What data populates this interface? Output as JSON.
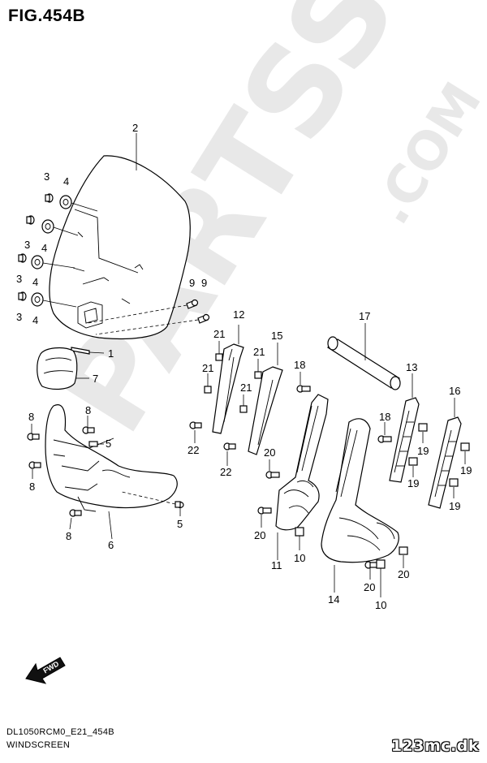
{
  "figure": {
    "title": "FIG.454B",
    "model_code": "DL1050RCM0_E21_454B",
    "section_name": "WINDSCREEN"
  },
  "watermark": {
    "text_main": "PARTSS",
    "text_dotcom": ".COM",
    "brand": "123mc.dk"
  },
  "direction_arrow": {
    "label": "FWD",
    "icon": "fwd-arrow-icon"
  },
  "callouts": [
    {
      "id": "c2",
      "num": "2"
    },
    {
      "id": "c3a",
      "num": "3"
    },
    {
      "id": "c4a",
      "num": "4"
    },
    {
      "id": "c3b",
      "num": "3"
    },
    {
      "id": "c4b",
      "num": "4"
    },
    {
      "id": "c3c",
      "num": "3"
    },
    {
      "id": "c4c",
      "num": "4"
    },
    {
      "id": "c3d",
      "num": "3"
    },
    {
      "id": "c4d",
      "num": "4"
    },
    {
      "id": "c9a",
      "num": "9"
    },
    {
      "id": "c9b",
      "num": "9"
    },
    {
      "id": "c1",
      "num": "1"
    },
    {
      "id": "c7",
      "num": "7"
    },
    {
      "id": "c8a",
      "num": "8"
    },
    {
      "id": "c8b",
      "num": "8"
    },
    {
      "id": "c8c",
      "num": "8"
    },
    {
      "id": "c8d",
      "num": "8"
    },
    {
      "id": "c5a",
      "num": "5"
    },
    {
      "id": "c5b",
      "num": "5"
    },
    {
      "id": "c6",
      "num": "6"
    },
    {
      "id": "c12",
      "num": "12"
    },
    {
      "id": "c21a",
      "num": "21"
    },
    {
      "id": "c21b",
      "num": "21"
    },
    {
      "id": "c21c",
      "num": "21"
    },
    {
      "id": "c21d",
      "num": "21"
    },
    {
      "id": "c15",
      "num": "15"
    },
    {
      "id": "c22a",
      "num": "22"
    },
    {
      "id": "c22b",
      "num": "22"
    },
    {
      "id": "c18a",
      "num": "18"
    },
    {
      "id": "c18b",
      "num": "18"
    },
    {
      "id": "c17",
      "num": "17"
    },
    {
      "id": "c13",
      "num": "13"
    },
    {
      "id": "c16",
      "num": "16"
    },
    {
      "id": "c19a",
      "num": "19"
    },
    {
      "id": "c19b",
      "num": "19"
    },
    {
      "id": "c19c",
      "num": "19"
    },
    {
      "id": "c19d",
      "num": "19"
    },
    {
      "id": "c20a",
      "num": "20"
    },
    {
      "id": "c20b",
      "num": "20"
    },
    {
      "id": "c20c",
      "num": "20"
    },
    {
      "id": "c20d",
      "num": "20"
    },
    {
      "id": "c11",
      "num": "11"
    },
    {
      "id": "c10a",
      "num": "10"
    },
    {
      "id": "c10b",
      "num": "10"
    },
    {
      "id": "c14",
      "num": "14"
    }
  ]
}
